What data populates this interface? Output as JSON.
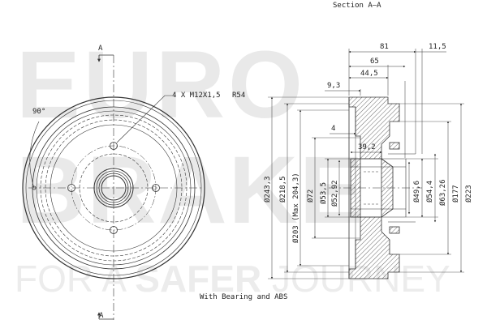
{
  "watermark": {
    "brand_line1": "EURO",
    "brand_line2": "BRAKE",
    "tagline_left": "FOR A ",
    "tagline_bold": "SAFER",
    "tagline_right": " JOURNEY"
  },
  "section_title": "Section A–A",
  "caption": "With Bearing and ABS",
  "front_view": {
    "section_marker_top": "A",
    "section_marker_bottom": "A",
    "angle_label": "90°",
    "bolt_pattern_label": "4 X M12X1,5",
    "radius_label": "R54"
  },
  "dimensions": {
    "horizontal": {
      "d81": "81",
      "d11_5": "11,5",
      "d65": "65",
      "d44_5": "44,5",
      "d9_3": "9,3",
      "d4": "4",
      "d39_2": "39,2"
    },
    "vertical_left": {
      "d243_3": "Ø243,3",
      "d218_5": "Ø218,5",
      "d203": "Ø203 (Max 204,3)",
      "d72": "Ø72",
      "d53_5": "Ø53,5",
      "d52_92": "Ø52,92"
    },
    "vertical_right": {
      "d49_6": "Ø49,6",
      "d54_4": "Ø54,4",
      "d63_26": "Ø63,26",
      "d177": "Ø177",
      "d223": "Ø223"
    }
  },
  "colors": {
    "line": "#333333",
    "hidden_line": "#555555",
    "watermark": "#e9e9e9"
  }
}
